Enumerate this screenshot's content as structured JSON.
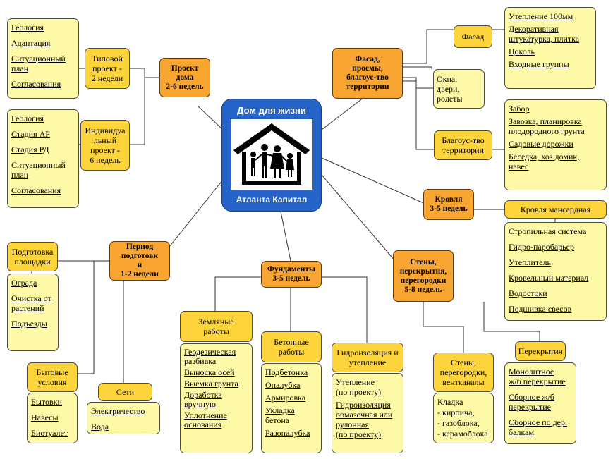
{
  "center": {
    "title": "Дом для жизни",
    "subtitle": "Атланта Капитал",
    "icon": "family-house-icon"
  },
  "project": {
    "label": "Проект\nдома\n2-6 недель",
    "typical": {
      "label": "Типовой\nпроект -\n2 недели",
      "items": [
        "Геология",
        "Адаптация",
        "Ситуационный\nплан",
        "Согласования"
      ]
    },
    "individual": {
      "label": "Индивидуа\nльный\nпроект -\n6 недель",
      "items": [
        "Геология",
        "Стадия АР",
        "Стадия РД",
        "Ситуационный\nплан",
        "Согласования"
      ]
    }
  },
  "facade_main": {
    "label": "Фасад,\nпроемы,\nблагоус-тво\nтерритории",
    "facade": {
      "label": "Фасад",
      "items": [
        "Утепление 100мм",
        "Декоративная\nштукатурка, плитка",
        "Цоколь",
        "Входные группы"
      ]
    },
    "windows": {
      "label": "Окна,\nдвери,\nролеты"
    },
    "landscaping": {
      "label": "Благоус-тво\nтерритории",
      "items": [
        "Забор",
        "Завозка, планировка\nплодородного грунта",
        "Садовые дорожки",
        "Беседка, хоз.домик,\nнавес"
      ]
    }
  },
  "roof": {
    "label": "Кровля\n3-5 недель",
    "mansard": {
      "label": "Кровля мансардная",
      "items": [
        "Стропильная система",
        "Гидро-паробарьер",
        "Утеплитель",
        "Кровельный материал",
        "Водостоки",
        "Подшивка свесов"
      ]
    }
  },
  "prep": {
    "label": "Период\nподготовк\nи\n1-2 недели",
    "site": {
      "label": "Подготовка\nплощадки",
      "items": [
        "Ограда",
        "Очистка от\nрастений",
        "Подъезды"
      ]
    },
    "household": {
      "label": "Бытовые\nусловия",
      "items": [
        "Бытовки",
        "Навесы",
        "Биотуалет"
      ]
    },
    "networks": {
      "label": "Сети",
      "items": [
        "Электричество",
        "Вода"
      ]
    }
  },
  "foundation": {
    "label": "Фундаменты\n3-5 недель",
    "earth": {
      "label": "Земляные\nработы",
      "items": [
        "Геодезическая\nразбивка",
        "Выноска осей",
        "Выемка грунта",
        "Доработка\nвручную",
        "Уплотнение\nоснования"
      ]
    },
    "concrete": {
      "label": "Бетонные\nработы",
      "items": [
        "Подбетонка",
        "Опалубка",
        "Армировка",
        "Укладка\nбетона",
        "Разопалубка"
      ]
    },
    "waterproof": {
      "label": "Гидроизоляция и\nутепление",
      "items": [
        "Утепление\n(по проекту)",
        "Гидроизоляция\nобмазочная или\nрулонная\n(по проекту)"
      ]
    }
  },
  "walls": {
    "label": "Стены,\nперекрытия,\nперегородки\n5-8 недель",
    "partitions": {
      "label": "Стены,\nперегородки,\nвентканалы",
      "text": "Кладка\n- кирпича,\n- газоблока,\n- керамоблока"
    },
    "slabs": {
      "label": "Перекрытия",
      "items": [
        "Монолитное\nж/б перекрытие",
        "Сборное ж/б\nперекрытие",
        "Сборное по дер.\nбалкам"
      ]
    }
  }
}
